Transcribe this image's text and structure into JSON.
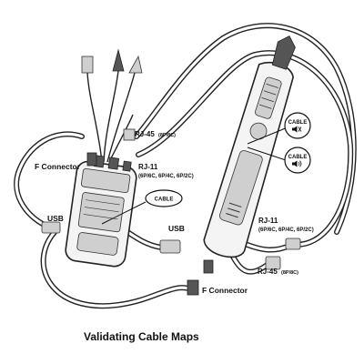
{
  "caption": "Validating Cable Maps",
  "labels": {
    "rj45_top": "RJ-45",
    "rj45_top_sub": "(8P/8C)",
    "rj11_left": "RJ-11",
    "rj11_left_sub": "(6P/6C, 6P/4C, 6P/2C)",
    "f_connector_left": "F Connector",
    "usb_left": "USB",
    "usb_right": "USB",
    "rj11_right": "RJ-11",
    "rj11_right_sub": "(6P/6C, 6P/4C, 6P/2C)",
    "rj45_bottom": "RJ-45",
    "rj45_bottom_sub": "(8P/8C)",
    "f_connector_bottom": "F Connector"
  },
  "callouts": {
    "cable_left": "CABLE",
    "cable_probe_mute": "CABLE",
    "cable_probe_sound": "CABLE"
  },
  "icons": {
    "mute": "speaker-mute-icon",
    "sound": "speaker-sound-icon"
  }
}
